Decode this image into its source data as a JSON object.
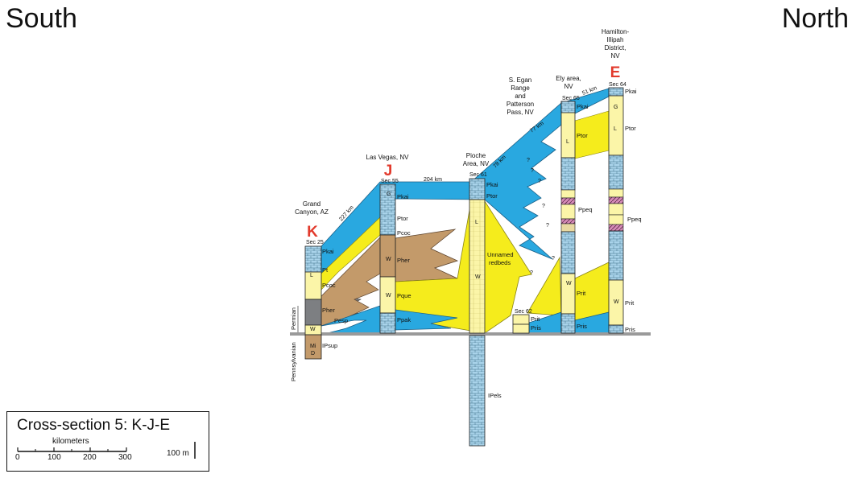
{
  "header": {
    "left": "South",
    "right": "North"
  },
  "legend": {
    "title": "Cross-section 5: K-J-E",
    "units": "kilometers",
    "ticks": [
      "0",
      "100",
      "200",
      "300"
    ],
    "vertical_scale": "100 m"
  },
  "sections": {
    "K": {
      "letter": "K",
      "place": [
        "Grand",
        "Canyon, AZ"
      ],
      "sec": "Sec 25"
    },
    "J": {
      "letter": "J",
      "place": [
        "Las Vegas, NV"
      ],
      "sec": "Sec 55"
    },
    "pioche": {
      "place": [
        "Pioche",
        "Area, NV"
      ],
      "sec": "Sec 61"
    },
    "egan": {
      "place": [
        "S. Egan",
        "Range",
        "and",
        "Patterson",
        "Pass, NV"
      ],
      "sec": "Sec 62"
    },
    "ely": {
      "place": [
        "Ely area,",
        "NV"
      ],
      "sec": "Sec 65"
    },
    "E": {
      "letter": "E",
      "place": [
        "Hamilton-",
        "Illipah",
        "District,",
        "NV"
      ],
      "sec": "Sec 64"
    }
  },
  "distances": [
    "227 km",
    "204 km",
    "78 km",
    "77 km",
    "51 km"
  ],
  "periods": [
    "Permian",
    "Pennsylvanian"
  ],
  "units": {
    "K": [
      "Pkai",
      "Pt",
      "Pcoc",
      "Pher",
      "Pesp",
      "IPsup"
    ],
    "J": [
      "Pkai",
      "Ptor",
      "Pcoc",
      "Pher",
      "Pque",
      "Ppak"
    ],
    "pioche": [
      "Pkai",
      "Ptor",
      "Unnamed",
      "redbeds",
      "IPels"
    ],
    "egan": [
      "Prit",
      "Pris"
    ],
    "ely": [
      "Pkai",
      "Ptor",
      "Ppeq",
      "Prit",
      "Pris"
    ],
    "E": [
      "Pkai",
      "Ptor",
      "Ppeq",
      "Prit",
      "Pris"
    ]
  },
  "lith_codes": [
    "G",
    "L",
    "W",
    "Mi",
    "D"
  ],
  "query": "?",
  "colors": {
    "blue": "#29a8e0",
    "yellow": "#f5ec1c",
    "brown": "#c39a6a",
    "gray": "#7d7f82",
    "column_blue": "#a9d3ea",
    "column_yellow": "#fbf5a8",
    "datum": "#9a9a9a",
    "red": "#e23a2c"
  }
}
